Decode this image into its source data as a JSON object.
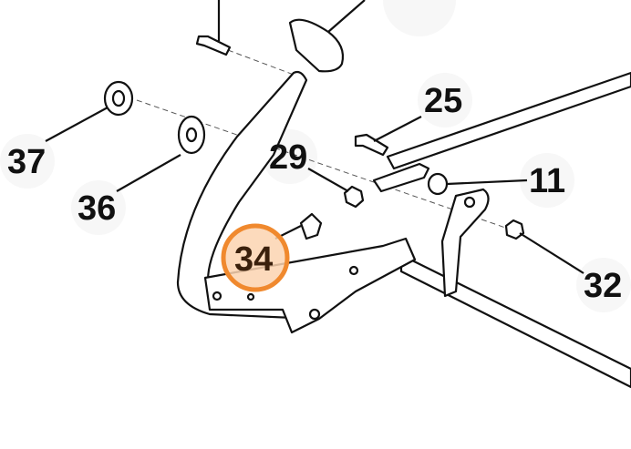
{
  "diagram": {
    "callouts": [
      {
        "id": "37",
        "label": "37"
      },
      {
        "id": "36",
        "label": "36"
      },
      {
        "id": "29",
        "label": "29"
      },
      {
        "id": "25",
        "label": "25"
      },
      {
        "id": "11",
        "label": "11"
      },
      {
        "id": "32",
        "label": "32"
      },
      {
        "id": "34",
        "label": "34",
        "highlighted": true
      }
    ],
    "colors": {
      "highlight_stroke": "#f0892e",
      "highlight_fill": "#fbd3b0",
      "line": "#111111"
    }
  }
}
